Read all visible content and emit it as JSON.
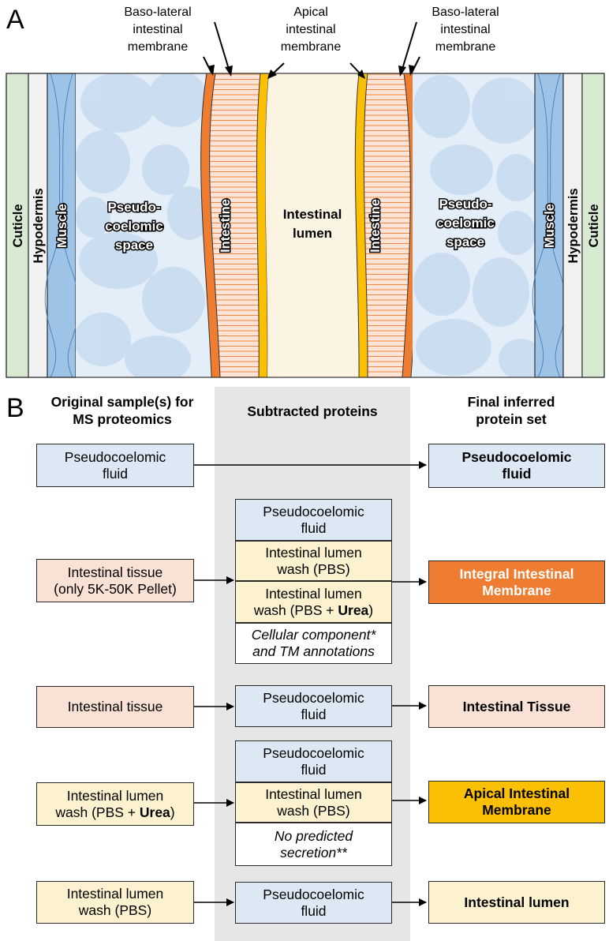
{
  "panel_a": {
    "letter": "A",
    "membrane_labels": {
      "left_basolateral": "Baso-lateral\nintestinal\nmembrane",
      "apical": "Apical\nintestinal\nmembrane",
      "right_basolateral": "Baso-lateral\nintestinal\nmembrane"
    },
    "layers": {
      "cuticle": "Cuticle",
      "hypodermis": "Hypodermis",
      "muscle": "Muscle",
      "pseudocoelomic_space_line1": "Pseudo-",
      "pseudocoelomic_space_line2": "coelomic",
      "pseudocoelomic_space_line3": "space",
      "intestine": "Intestine",
      "lumen_line1": "Intestinal",
      "lumen_line2": "lumen"
    },
    "colors": {
      "cuticle": "#d9ead3",
      "hypodermis": "#f2f2f2",
      "muscle": "#9dc3e6",
      "pseudocoelom": "#e4eef8",
      "cell_bubble": "#c9dcf0",
      "intestine_fill": "#fde4d6",
      "intestine_stripe": "#ee7d31",
      "basolateral_membrane": "#ee7d31",
      "apical_membrane": "#fbbf04",
      "lumen": "#fbf4e3"
    }
  },
  "panel_b": {
    "letter": "B",
    "headers": {
      "original": "Original sample(s) for\nMS proteomics",
      "subtracted": "Subtracted proteins",
      "final": "Final inferred\nprotein set"
    },
    "rows": [
      {
        "source": "Pseudocoelomic\nfluid",
        "subtracted": [],
        "final": "Pseudocoelomic\nfluid"
      },
      {
        "source": "Intestinal tissue\n(only 5K-50K Pellet)",
        "subtracted": [
          "Pseudocoelomic\nfluid",
          "Intestinal lumen\nwash (PBS)",
          "Intestinal lumen\nwash (PBS + ",
          "Cellular component*\nand TM annotations"
        ],
        "subtracted_bold_suffix": "Urea",
        "subtracted_suffix_end": ")",
        "final": "Integral Intestinal\nMembrane"
      },
      {
        "source": "Intestinal tissue",
        "subtracted": [
          "Pseudocoelomic\nfluid"
        ],
        "final": "Intestinal Tissue"
      },
      {
        "source_prefix": "Intestinal lumen\nwash (PBS + ",
        "source_bold": "Urea",
        "source_suffix": ")",
        "subtracted": [
          "Pseudocoelomic\nfluid",
          "Intestinal lumen\nwash (PBS)",
          "No predicted\nsecretion**"
        ],
        "final": "Apical Intestinal\nMembrane"
      },
      {
        "source": "Intestinal lumen\nwash (PBS)",
        "subtracted": [
          "Pseudocoelomic\nfluid"
        ],
        "final": "Intestinal lumen"
      }
    ]
  }
}
